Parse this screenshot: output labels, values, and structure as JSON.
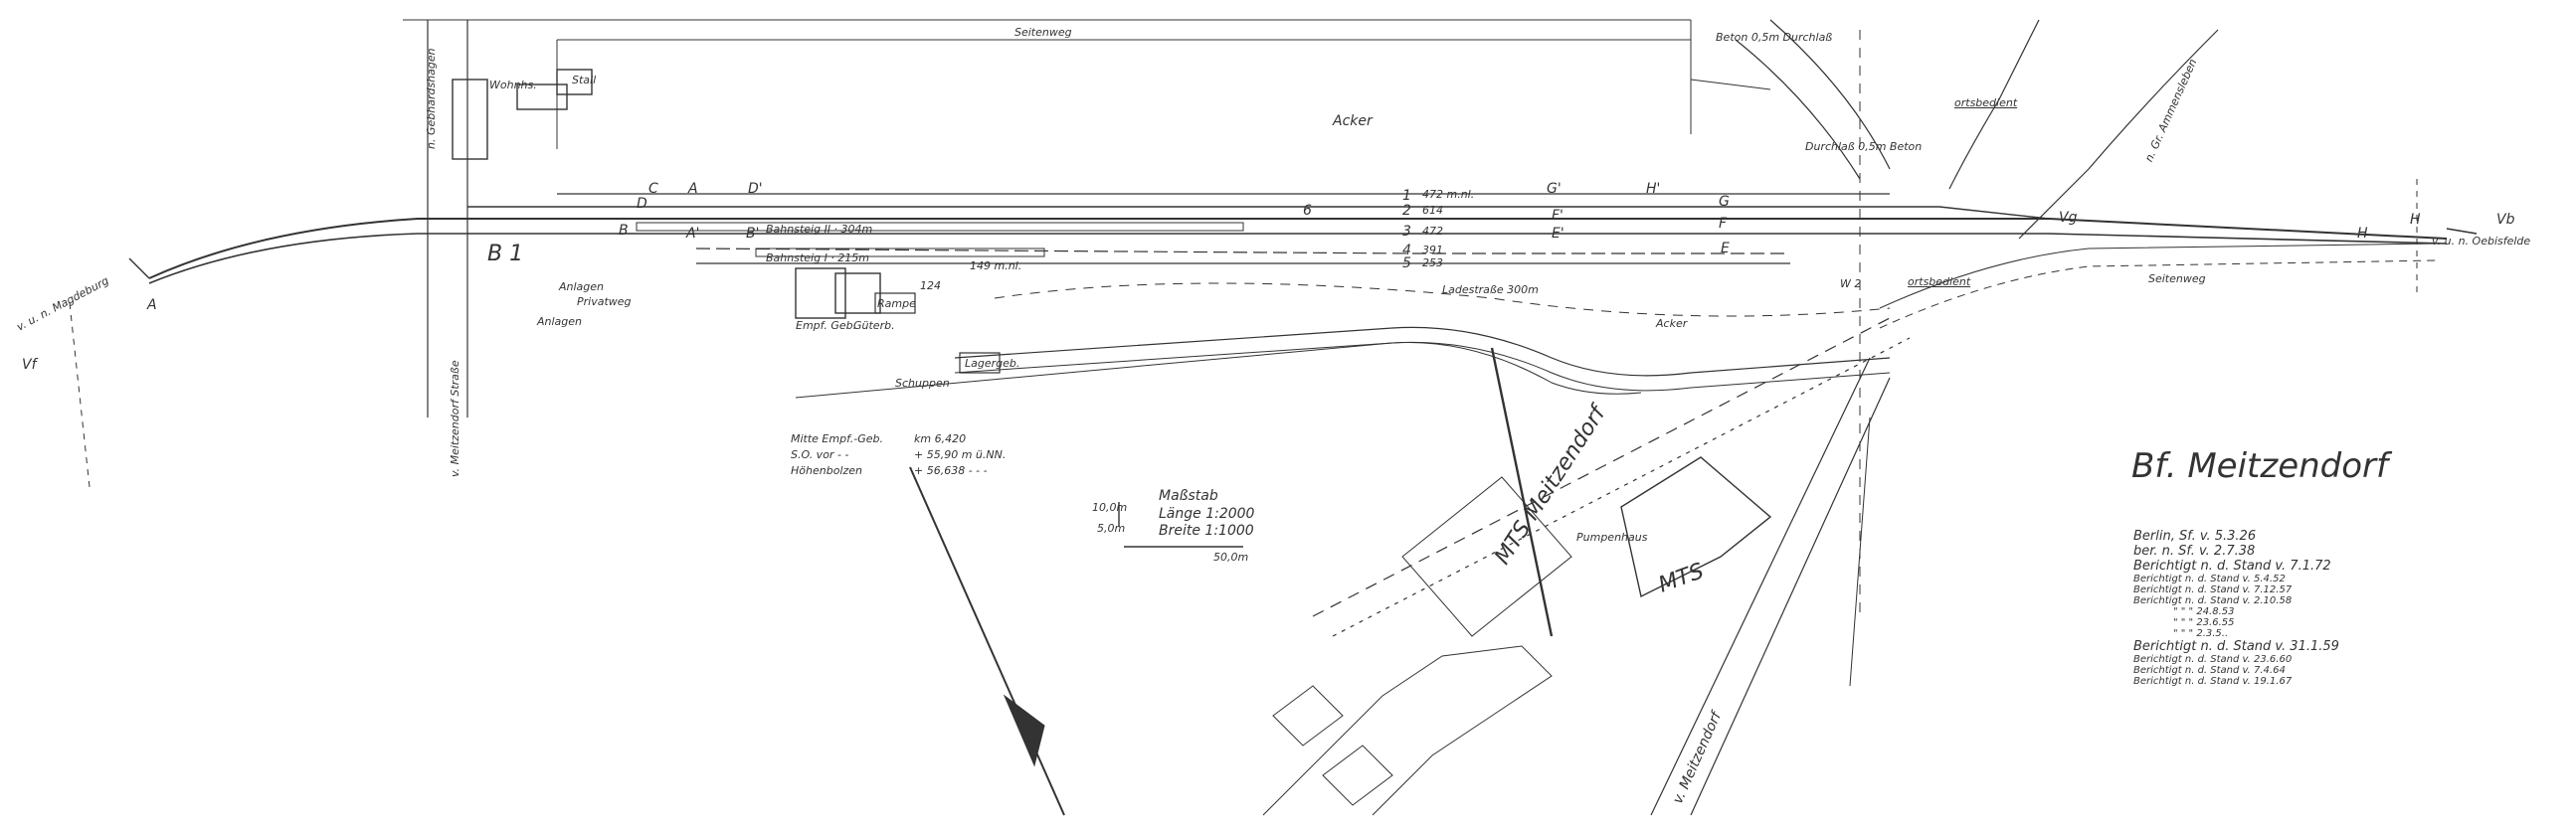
{
  "station_name": "Bf. Meitzendorf",
  "fields": {
    "acker_top": "Acker",
    "acker_mid": "Acker",
    "seitenweg_top": "Seitenweg",
    "seitenweg_right": "Seitenweg",
    "privatweg": "Privatweg",
    "anlagen_1": "Anlagen",
    "anlagen_2": "Anlagen",
    "ladestrasse": "Ladestraße 300m",
    "bahnsteig_1": "Bahnsteig I · 215m",
    "bahnsteig_2": "Bahnsteig II · 304m",
    "mts_label": "MTS Meitzendorf",
    "mts_building": "MTS",
    "pumpenhaus": "Pumpenhaus",
    "empf_geb": "Empf. Geb.",
    "gueterschuppen": "Güterb.",
    "rampe": "Rampe",
    "lagergebaeude": "Lagergeb.",
    "schuppen": "Schuppen",
    "wohnhaus": "Wohnhs.",
    "stall": "Stall",
    "beton_durchlass_top": "Beton 0,5m Durchlaß",
    "durchlass_beton": "Durchlaß 0,5m Beton",
    "ortsbedient_1": "ortsbedient",
    "ortsbedient_2": "ortsbedient",
    "road_left": "v. Meitzendorf Straße",
    "road_bottom": "v. Meitzendorf",
    "road_top_right": "n. Gr. Ammensleben",
    "road_top_left": "n. Gebhardshagen"
  },
  "directions": {
    "left": "v. u. n. Magdeburg",
    "right": "v. u. n. Oebisfelde"
  },
  "signals": {
    "vf_left": "Vf",
    "a_left": "A",
    "vb_right": "Vb",
    "vg_right": "Vg",
    "h_right": "H",
    "b1": "B 1",
    "w2": "W 2",
    "track_letters": [
      "A",
      "B",
      "C",
      "D",
      "A'",
      "B'",
      "D'",
      "E",
      "F",
      "G",
      "E'",
      "F'",
      "G'",
      "H",
      "H'"
    ]
  },
  "tracks": {
    "numbers": [
      "1",
      "2",
      "3",
      "4",
      "5",
      "6"
    ],
    "lengths": [
      "472 m.nl.",
      "614",
      "472",
      "391",
      "253",
      "149 m.nl.",
      "124"
    ]
  },
  "km_table": {
    "rows": [
      {
        "label": "Mitte Empf.-Geb.",
        "value": "km 6,420"
      },
      {
        "label": "S.O. vor  -  -",
        "value": "+ 55,90 m ü.NN."
      },
      {
        "label": "Höhenbolzen",
        "value": "+ 56,638 -  -  -"
      }
    ]
  },
  "scale": {
    "title": "Maßstab",
    "length": "Länge 1:2000",
    "width": "Breite 1:1000",
    "v10": "10,0m",
    "v5": "5,0m",
    "h50": "50,0m"
  },
  "stamp": {
    "lines": [
      "Berlin, Sf. v. 5.3.26",
      "ber. n. Sf. v. 2.7.38",
      "Berichtigt n. d. Stand v. 7.1.72",
      "Berichtigt n. d. Stand v. 5.4.52",
      "Berichtigt n. d. Stand v. 7.12.57",
      "Berichtigt n. d. Stand v. 2.10.58",
      "\" \" \" 24.8.53",
      "\" \" \" 23.6.55",
      "\" \" \" 2.3.5..",
      "Berichtigt n. d. Stand v. 31.1.59",
      "Berichtigt n. d. Stand v. 23.6.60",
      "Berichtigt n. d. Stand v. 7.4.64",
      "Berichtigt n. d. Stand v. 19.1.67"
    ]
  }
}
